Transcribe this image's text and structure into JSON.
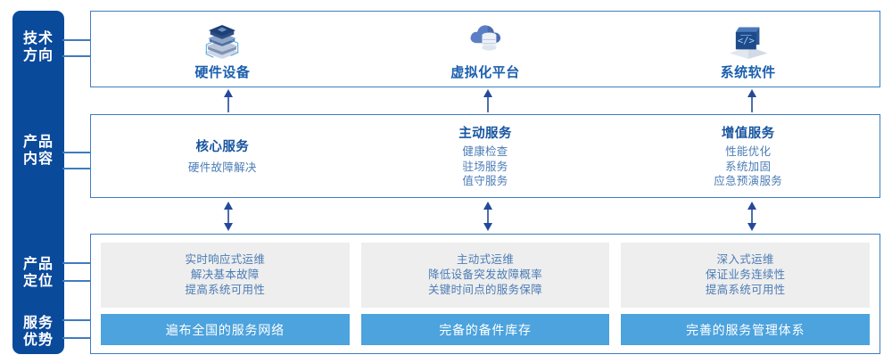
{
  "sidebar": {
    "background_color": "#0a4a9b",
    "labels": [
      {
        "name": "tech-direction",
        "line1": "技术",
        "line2": "方向"
      },
      {
        "name": "product-content",
        "line1": "产品",
        "line2": "内容"
      },
      {
        "name": "product-positioning",
        "line1": "产品",
        "line2": "定位"
      },
      {
        "name": "service-advantage",
        "line1": "服务",
        "line2": "优势"
      }
    ]
  },
  "tech_row": {
    "items": [
      {
        "icon": "server-stack-icon",
        "label": "硬件设备"
      },
      {
        "icon": "cloud-database-icon",
        "label": "虚拟化平台"
      },
      {
        "icon": "code-laptop-icon",
        "label": "系统软件"
      }
    ]
  },
  "content_row": {
    "columns": [
      {
        "title": "核心服务",
        "items": [
          "硬件故障解决"
        ]
      },
      {
        "title": "主动服务",
        "items": [
          "健康检查",
          "驻场服务",
          "值守服务"
        ]
      },
      {
        "title": "增值服务",
        "items": [
          "性能优化",
          "系统加固",
          "应急预演服务"
        ]
      }
    ]
  },
  "positioning_row": {
    "columns": [
      {
        "lines": [
          "实时响应式运维",
          "解决基本故障",
          "提高系统可用性"
        ]
      },
      {
        "lines": [
          "主动式运维",
          "降低设备突发故障概率",
          "关键时间点的服务保障"
        ]
      },
      {
        "lines": [
          "深入式运维",
          "保证业务连续性",
          "提高系统可用性"
        ]
      }
    ]
  },
  "advantage_row": {
    "accent_color": "#4ca3dd",
    "items": [
      "遍布全国的服务网络",
      "完备的备件库存",
      "完善的服务管理体系"
    ]
  },
  "colors": {
    "sidebar_blue": "#0a4a9b",
    "border_blue": "#3f7cc0",
    "title_blue": "#17549f",
    "text_blue": "#4b7cb5",
    "bar_blue": "#4ca3dd",
    "gray_box": "#eeeeee"
  }
}
